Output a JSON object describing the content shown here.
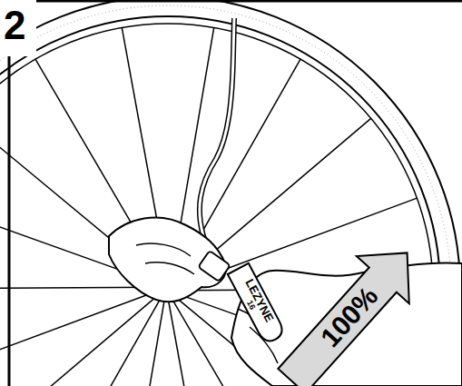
{
  "diagram": {
    "nodes": [
      {
        "text": [
          "LEZYNE",
          "16"
        ]
      },
      {
        "text": [
          "100%"
        ]
      }
    ],
    "labels": [
      "2"
    ]
  }
}
